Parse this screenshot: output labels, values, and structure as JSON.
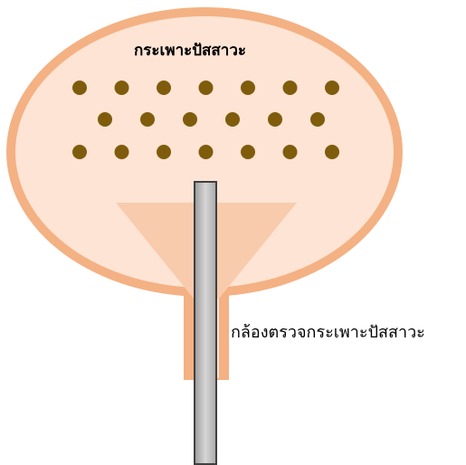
{
  "labels": {
    "bladder": "กระเพาะปัสสาวะ",
    "cystoscope": "กล้องตรวจกระเพาะปัสสาวะ"
  },
  "colors": {
    "bladder_wall": "#f4b183",
    "bladder_interior": "#fde4d4",
    "funnel": "#f8cbad",
    "stone": "#7f5c0c",
    "scope_fill": "#c0c0c0",
    "scope_edge": "#404040"
  },
  "stones": {
    "rows": [
      7,
      6,
      7
    ]
  }
}
